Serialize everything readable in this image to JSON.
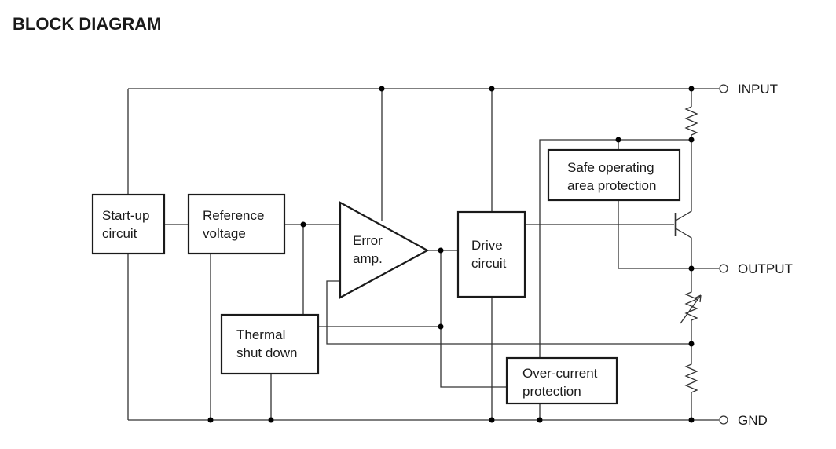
{
  "title": "BLOCK DIAGRAM",
  "blocks": {
    "startup": [
      "Start-up",
      "circuit"
    ],
    "reference": [
      "Reference",
      "voltage"
    ],
    "error_amp": [
      "Error",
      "amp."
    ],
    "drive": [
      "Drive",
      "circuit"
    ],
    "safe_operating": [
      "Safe operating",
      "area protection"
    ],
    "thermal": [
      "Thermal",
      "shut down"
    ],
    "overcurrent": [
      "Over-current",
      "protection"
    ]
  },
  "terminals": {
    "input": "INPUT",
    "output": "OUTPUT",
    "gnd": "GND"
  }
}
